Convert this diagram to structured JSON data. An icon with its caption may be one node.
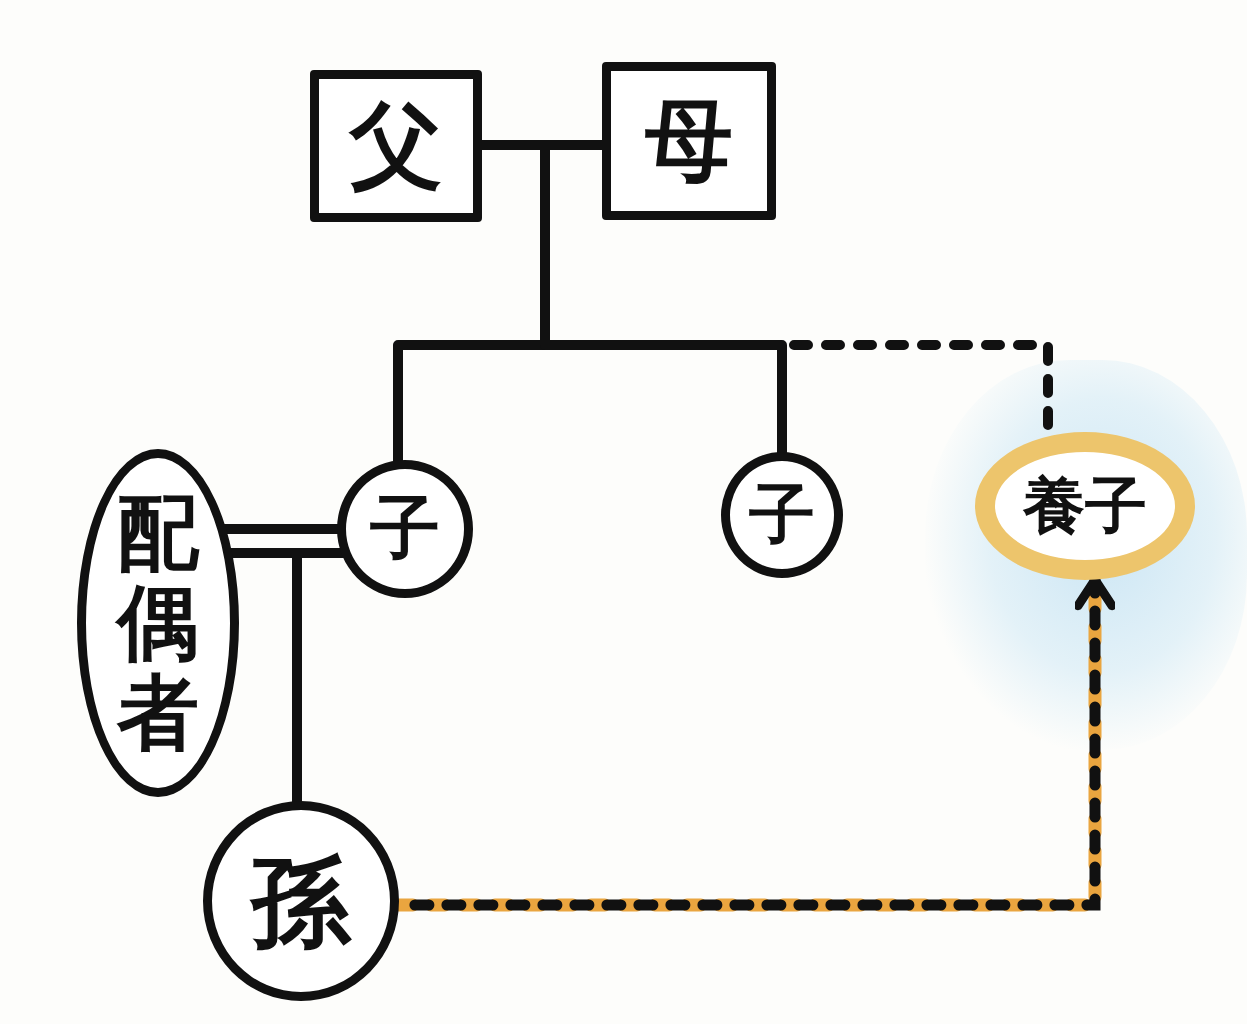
{
  "diagram": {
    "nodes": [
      {
        "text": [
          "父"
        ]
      },
      {
        "text": [
          "母"
        ]
      },
      {
        "text": [
          "配偶者"
        ]
      },
      {
        "text": [
          "子"
        ]
      },
      {
        "text": [
          "子"
        ]
      },
      {
        "text": [
          "養子"
        ]
      },
      {
        "text": [
          "孫"
        ]
      }
    ],
    "edges": [
      {
        "from": 0,
        "to": 1,
        "arrow": "none"
      },
      {
        "from": null,
        "to": 3,
        "arrow": "none"
      },
      {
        "from": null,
        "to": 4,
        "arrow": "none"
      },
      {
        "from": null,
        "to": 5,
        "arrow": "none",
        "style": "dashed"
      },
      {
        "from": 2,
        "to": 3,
        "arrow": "none"
      },
      {
        "from": null,
        "to": 6,
        "arrow": "none"
      },
      {
        "from": 6,
        "to": 5,
        "arrow": "to",
        "style": "dashed",
        "color": "#eaa53f"
      }
    ]
  }
}
